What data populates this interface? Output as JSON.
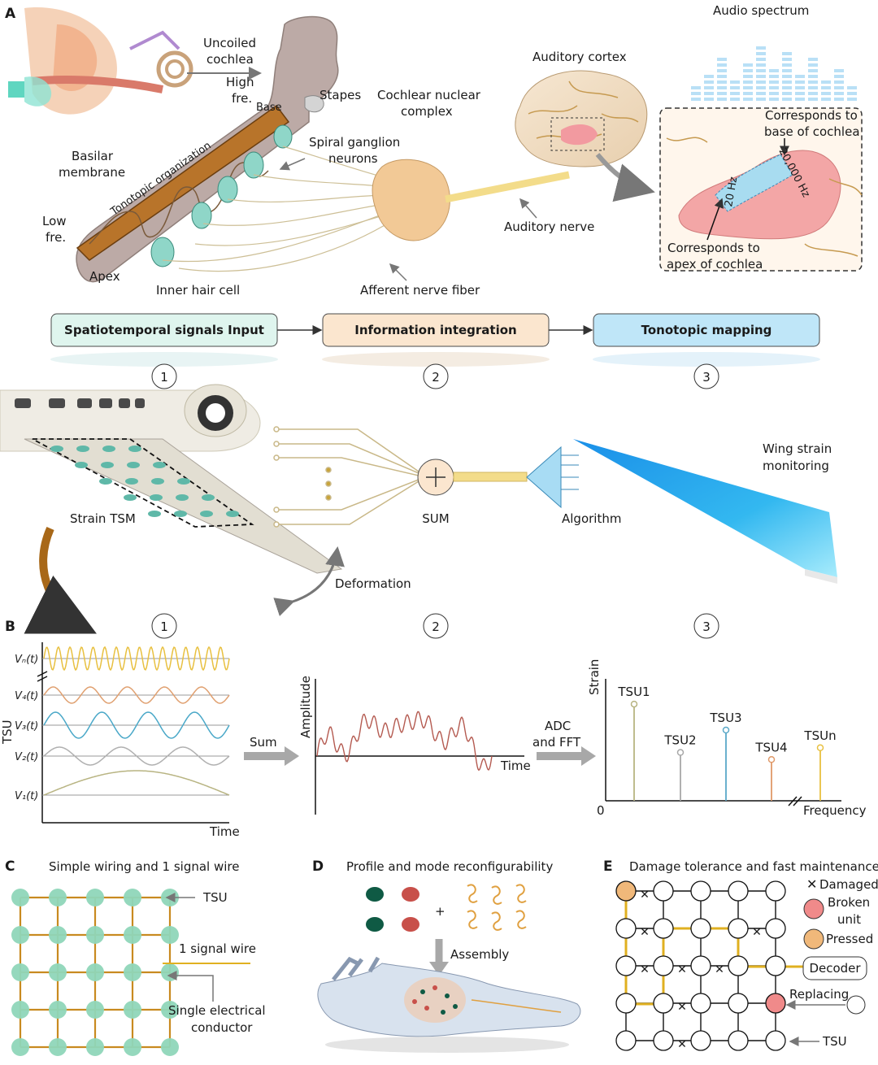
{
  "panels": {
    "A": "A",
    "B": "B",
    "C": "C",
    "D": "D",
    "E": "E"
  },
  "top": {
    "uncoiled_cochlea": [
      "Uncoiled",
      "cochlea"
    ],
    "high_fre": [
      "High",
      "fre."
    ],
    "base": "Base",
    "stapes": "Stapes",
    "cochlear_nuclear": [
      "Cochlear nuclear",
      "complex"
    ],
    "auditory_cortex": "Auditory cortex",
    "audio_spectrum": "Audio spectrum",
    "spiral_ganglion": [
      "Spiral ganglion",
      "neurons"
    ],
    "basilar_membrane": [
      "Basilar",
      "membrane"
    ],
    "tonotopic": "Tonotopic organization",
    "low_fre": [
      "Low",
      "fre."
    ],
    "apex": "Apex",
    "inner_hair_cell": "Inner hair cell",
    "afferent": "Afferent nerve fiber",
    "auditory_nerve": "Auditory nerve",
    "corr_base": [
      "Corresponds to",
      "base of cochlea"
    ],
    "corr_apex": [
      "Corresponds to",
      "apex of cochlea"
    ],
    "hz_low": "20 Hz",
    "hz_high": "20,000 Hz"
  },
  "flow": {
    "steps": [
      "Spatiotemporal signals Input",
      "Information integration",
      "Tonotopic mapping"
    ],
    "numbers": [
      "1",
      "2",
      "3"
    ]
  },
  "wing": {
    "strain_tsm": "Strain TSM",
    "deformation": "Deformation",
    "sum": "SUM",
    "algorithm": "Algorithm",
    "monitoring": [
      "Wing strain",
      "monitoring"
    ]
  },
  "panelB": {
    "signals": [
      "Vₙ(t)",
      "V₄(t)",
      "V₃(t)",
      "V₂(t)",
      "V₁(t)"
    ],
    "tsu": "TSU",
    "time": "Time",
    "sum": "Sum",
    "amplitude": "Amplitude",
    "adc": [
      "ADC",
      "and FFT"
    ],
    "strain": "Strain",
    "frequency": "Frequency",
    "zero": "0"
  },
  "chart_data": {
    "type": "bar",
    "categories": [
      "TSU1",
      "TSU2",
      "TSU3",
      "TSU4",
      "TSUn"
    ],
    "values": [
      0.82,
      0.41,
      0.6,
      0.35,
      0.45
    ],
    "xlabel": "Frequency",
    "ylabel": "Strain",
    "colors": [
      "#b8b482",
      "#a8a8a8",
      "#5aa8c8",
      "#e09a6a",
      "#e8c040"
    ]
  },
  "panelC": {
    "title": "Simple wiring and 1 signal wire",
    "tsu": "TSU",
    "signal": "1 signal wire",
    "conductor": [
      "Single electrical",
      "conductor"
    ]
  },
  "panelD": {
    "title": "Profile and mode reconfigurability",
    "plus": "+",
    "assembly": "Assembly"
  },
  "panelE": {
    "title": "Damage tolerance and fast maintenance",
    "damaged": "Damaged",
    "broken": [
      "Broken",
      "unit"
    ],
    "pressed": "Pressed",
    "decoder": "Decoder",
    "replacing": "Replacing",
    "tsu": "TSU"
  },
  "colors": {
    "flow1": "#dff5ee",
    "flow2": "#fbe6cf",
    "flow3": "#bfe6f8",
    "gold": "#e0b020",
    "teal": "#8fd6b9",
    "red": "#f08a8a",
    "orange": "#f0b87a",
    "redx": "#e03030"
  }
}
